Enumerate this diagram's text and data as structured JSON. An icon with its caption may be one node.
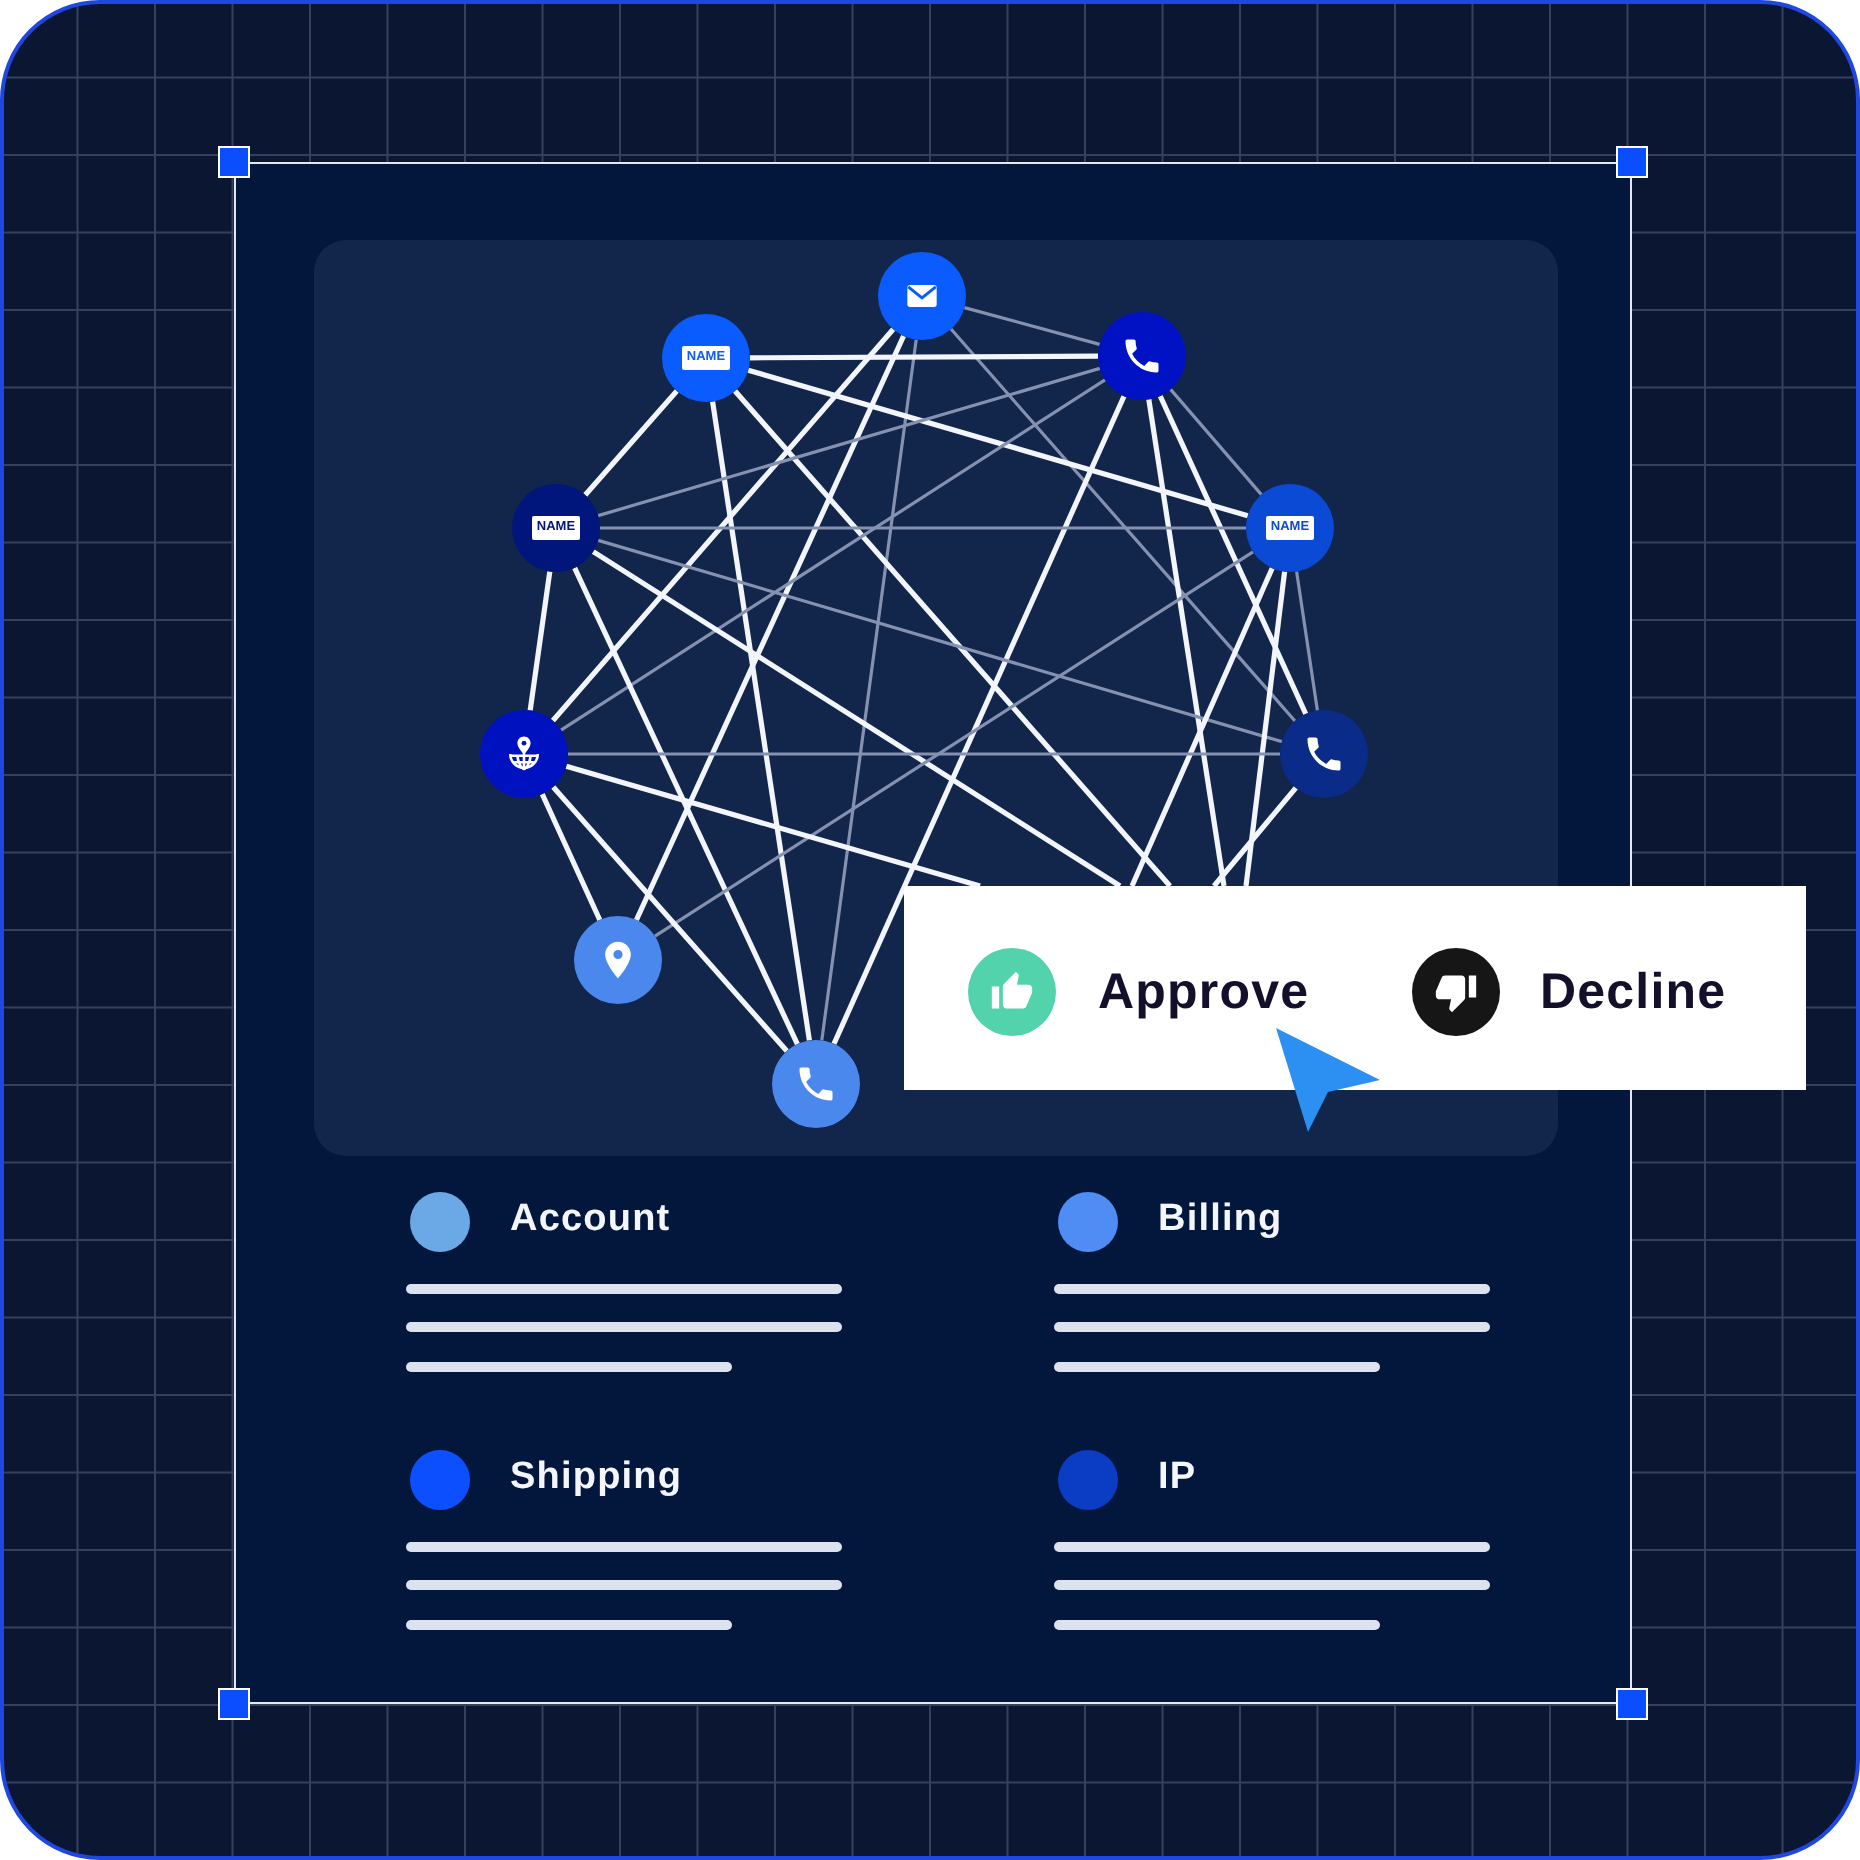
{
  "diagram": {
    "nodes": [
      {
        "text": [],
        "shape": "circle"
      },
      {
        "text": [
          "NAME"
        ]
      },
      {
        "text": [],
        "shape": "circle"
      },
      {
        "text": [
          "NAME"
        ]
      },
      {
        "text": [
          "NAME"
        ]
      },
      {
        "text": [],
        "shape": "circle"
      },
      {
        "text": [],
        "shape": "circle"
      },
      {
        "text": [],
        "shape": "circle"
      },
      {
        "text": [],
        "shape": "circle"
      },
      {
        "text": [
          "Approve",
          "Decline"
        ]
      }
    ],
    "edges": [
      {
        "from": 0,
        "to": 2,
        "arrow": "none",
        "color": "#8491b1"
      },
      {
        "from": 0,
        "to": 5,
        "arrow": "none"
      },
      {
        "from": 0,
        "to": 6,
        "arrow": "none",
        "color": "#8491b1"
      },
      {
        "from": 0,
        "to": 7,
        "arrow": "none"
      },
      {
        "from": 0,
        "to": 8,
        "arrow": "none",
        "color": "#8491b1"
      },
      {
        "from": 1,
        "to": 2,
        "arrow": "none"
      },
      {
        "from": 1,
        "to": 3,
        "arrow": "none"
      },
      {
        "from": 1,
        "to": 4,
        "arrow": "none"
      },
      {
        "from": 1,
        "to": 8,
        "arrow": "none"
      },
      {
        "from": 1,
        "to": 9,
        "arrow": "none"
      },
      {
        "from": 2,
        "to": 3,
        "arrow": "none",
        "color": "#8491b1"
      },
      {
        "from": 2,
        "to": 4,
        "arrow": "none",
        "color": "#8491b1"
      },
      {
        "from": 2,
        "to": 5,
        "arrow": "none",
        "color": "#8491b1"
      },
      {
        "from": 2,
        "to": 6,
        "arrow": "none"
      },
      {
        "from": 2,
        "to": 8,
        "arrow": "none"
      },
      {
        "from": 2,
        "to": 9,
        "arrow": "none"
      },
      {
        "from": 3,
        "to": 4,
        "arrow": "none",
        "color": "#8491b1"
      },
      {
        "from": 3,
        "to": 5,
        "arrow": "none"
      },
      {
        "from": 3,
        "to": 6,
        "arrow": "none",
        "color": "#8491b1"
      },
      {
        "from": 3,
        "to": 8,
        "arrow": "none"
      },
      {
        "from": 3,
        "to": 9,
        "arrow": "none"
      },
      {
        "from": 4,
        "to": 6,
        "arrow": "none",
        "color": "#8491b1"
      },
      {
        "from": 4,
        "to": 7,
        "arrow": "none",
        "color": "#8491b1"
      },
      {
        "from": 4,
        "to": 9,
        "arrow": "none"
      },
      {
        "from": 4,
        "to": 9,
        "arrow": "none"
      },
      {
        "from": 5,
        "to": 6,
        "arrow": "none",
        "color": "#8491b1"
      },
      {
        "from": 5,
        "to": 7,
        "arrow": "none"
      },
      {
        "from": 5,
        "to": 8,
        "arrow": "none"
      },
      {
        "from": 5,
        "to": 9,
        "arrow": "none"
      },
      {
        "from": 6,
        "to": 9,
        "arrow": "none"
      }
    ],
    "legend": [
      {
        "text": "Account",
        "color": "#6aa9e6"
      },
      {
        "text": "Billing",
        "color": "#4f8df5"
      },
      {
        "text": "Shipping",
        "color": "#0b4fff"
      },
      {
        "text": "IP",
        "color": "#0a3dc4"
      }
    ]
  }
}
